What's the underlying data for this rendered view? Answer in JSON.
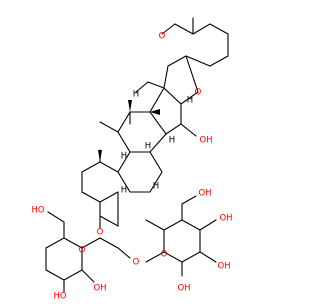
{
  "colors": {
    "bond": "#000000",
    "oxygen": "#ff0000",
    "hydrogen": "#000000",
    "background": "#ffffff"
  },
  "labels": {
    "ring_o_top": "O",
    "ring_o_spiro": "O",
    "oh_17": "OH",
    "ring_o_left_sugar": "O",
    "ring_o_right_sugar": "O",
    "glyco_o_1": "O",
    "glyco_o_2": "O",
    "oh_left_ch2": "HO",
    "oh_left_1": "HO",
    "oh_left_2": "OH",
    "oh_right_ch2": "OH",
    "oh_right_1": "OH",
    "oh_right_2": "OH",
    "oh_right_3": "OH",
    "h": "H"
  }
}
